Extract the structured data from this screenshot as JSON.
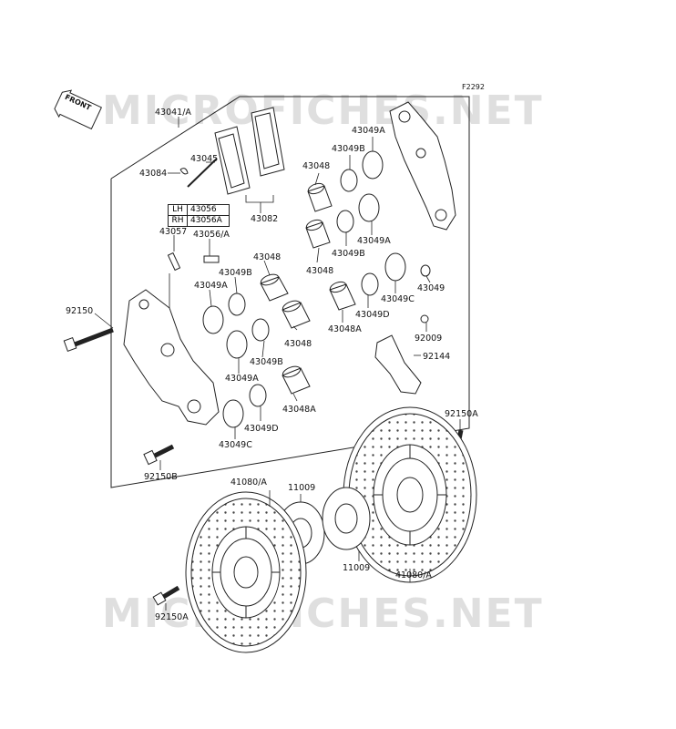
{
  "diagram": {
    "figure_code": "F2292",
    "watermark": "MICROFICHES.NET",
    "front_label": "FRONT",
    "table": {
      "rows": [
        {
          "side": "LH",
          "part": "43056"
        },
        {
          "side": "RH",
          "part": "43056A"
        }
      ]
    },
    "labels": {
      "l43041A": "43041/A",
      "l43045": "43045",
      "l43084": "43084",
      "l43082": "43082",
      "l43057": "43057",
      "l43056A": "43056/A",
      "l43048_a": "43048",
      "l43049B_a": "43049B",
      "l43049A_a": "43049A",
      "l92150": "92150",
      "l43048_b": "43048",
      "l43049B_b": "43049B",
      "l43049A_b": "43049A",
      "l43049D_a": "43049D",
      "l43048A_a": "43048A",
      "l43049C_a": "43049C",
      "l92150B": "92150B",
      "l43048_c": "43048",
      "l43049B_c": "43049B",
      "l43049A_c": "43049A",
      "l43048_d": "43048",
      "l43049B_d": "43049B",
      "l43049A_d": "43049A",
      "l43049C_b": "43049C",
      "l43049": "43049",
      "l43049D_b": "43049D",
      "l43048A_b": "43048A",
      "l92009": "92009",
      "l92144": "92144",
      "l92150A_a": "92150A",
      "l41080A_a": "41080/A",
      "l11009_a": "11009",
      "l11009_b": "11009",
      "l41080A_b": "41080/A",
      "l92150A_b": "92150A"
    }
  }
}
